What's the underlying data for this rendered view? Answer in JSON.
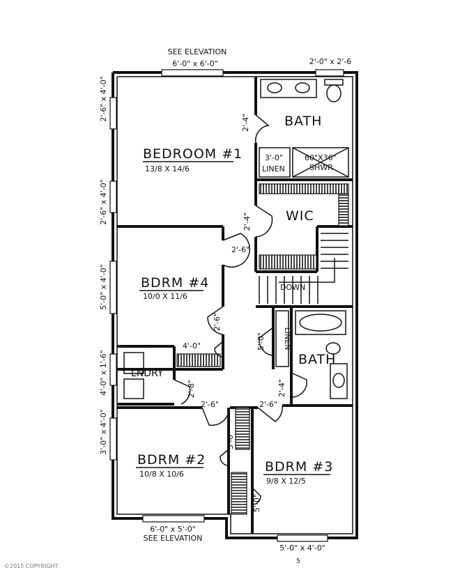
{
  "elevation_top": {
    "line1": "SEE ELEVATION",
    "line2": "6'-0\" x 6'-0\""
  },
  "window_top_right": "2'-0\" x 2'-6",
  "elevation_bottom": {
    "line1": "6'-0\" x 5'-0\"",
    "line2": "SEE ELEVATION"
  },
  "window_bottom_right": "5'-0\" x 4'-0\"",
  "left_windows": [
    "2'-6\" x 4'-0\"",
    "2'-6\" x 4'-0\"",
    "5'-0\" x 4'-0\"",
    "4'-0\" x 1'-6\"",
    "3'-0\" x 4'-0\""
  ],
  "rooms": {
    "bedroom1": {
      "name": "BEDROOM #1",
      "size": "13/8 X 14/6"
    },
    "bdrm4": {
      "name": "BDRM #4",
      "size": "10/0 X 11/6"
    },
    "bdrm2": {
      "name": "BDRM #2",
      "size": "10/8 X 10/6"
    },
    "bdrm3": {
      "name": "BDRM #3",
      "size": "9/8 X 12/5"
    },
    "bath_top": {
      "name": "BATH"
    },
    "bath_mid": {
      "name": "BATH"
    },
    "wic": {
      "name": "WIC"
    },
    "laundry": {
      "name": "LNDRY"
    },
    "linen_top": {
      "name": "LINEN",
      "size": "3'-0\""
    },
    "linen_mid": {
      "name": "LINEN"
    },
    "shower": {
      "name": "SHWR",
      "size": "60\"X36\""
    },
    "stairs": {
      "name": "DOWN"
    }
  },
  "doors": {
    "bath_top": "2'-4\"",
    "wic": "2'-4\"",
    "bedroom1": "2'-6\"",
    "bdrm4": "2'-6\"",
    "bdrm4_closet": "4'-0\"",
    "laundry": "2'-8\"",
    "linen_mid": "5'-0\"",
    "bath_mid": "2'-4\"",
    "bdrm2": "2'-6\"",
    "bdrm3": "2'-6\"",
    "bdrm2_closet": "5'-0\"",
    "bdrm3_closet": "5'-0\""
  },
  "copyright": "©2015 COPYRIGHT",
  "page_mark": "5"
}
